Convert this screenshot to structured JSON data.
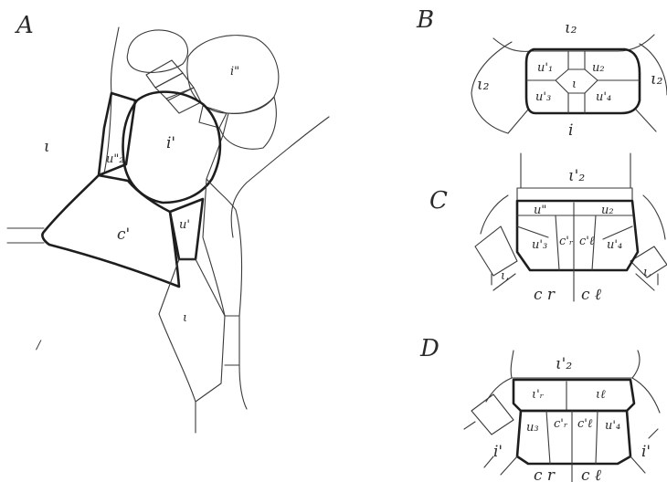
{
  "panels": [
    {
      "letter": "A",
      "labels": [
        {
          "id": "i-top",
          "text": "i\""
        },
        {
          "id": "i-prime",
          "text": "i'"
        },
        {
          "id": "i-left",
          "text": "ι"
        },
        {
          "id": "u2-dprime",
          "text": "u\"₂"
        },
        {
          "id": "c-prime",
          "text": "c'"
        },
        {
          "id": "u-prime",
          "text": "u'"
        },
        {
          "id": "i-lower",
          "text": "ι"
        },
        {
          "id": "stroke",
          "text": "/"
        }
      ]
    },
    {
      "letter": "B",
      "labels": [
        {
          "id": "i2-top",
          "text": "ι₂"
        },
        {
          "id": "i2-left",
          "text": "ι₂"
        },
        {
          "id": "i2-right",
          "text": "ι₂"
        },
        {
          "id": "u1",
          "text": "u'₁"
        },
        {
          "id": "u2",
          "text": "u₂"
        },
        {
          "id": "u3",
          "text": "u'₃"
        },
        {
          "id": "u4",
          "text": "u'₄"
        },
        {
          "id": "i-center",
          "text": "ι"
        },
        {
          "id": "i-bottom",
          "text": "i"
        }
      ]
    },
    {
      "letter": "C",
      "labels": [
        {
          "id": "i2p",
          "text": "ι'₂"
        },
        {
          "id": "u-dprime",
          "text": "u\""
        },
        {
          "id": "u2",
          "text": "u₂"
        },
        {
          "id": "u3",
          "text": "u'₃"
        },
        {
          "id": "cr",
          "text": "c'ᵣ"
        },
        {
          "id": "cl",
          "text": "c'ℓ"
        },
        {
          "id": "u4",
          "text": "u'₄"
        },
        {
          "id": "i-left",
          "text": "ι,"
        },
        {
          "id": "i-right",
          "text": "ι,"
        },
        {
          "id": "base-cr",
          "text": "c r"
        },
        {
          "id": "base-cl",
          "text": "c ℓ"
        }
      ]
    },
    {
      "letter": "D",
      "labels": [
        {
          "id": "i2p",
          "text": "ι'₂"
        },
        {
          "id": "ir",
          "text": "ι'ᵣ"
        },
        {
          "id": "il",
          "text": "ιℓ"
        },
        {
          "id": "u3",
          "text": "u₃"
        },
        {
          "id": "cr",
          "text": "c'ᵣ"
        },
        {
          "id": "cl",
          "text": "c'ℓ"
        },
        {
          "id": "u4",
          "text": "u'₄"
        },
        {
          "id": "i-left",
          "text": "i'"
        },
        {
          "id": "i-right",
          "text": "i'"
        },
        {
          "id": "base-cr",
          "text": "c r"
        },
        {
          "id": "base-cl",
          "text": "c ℓ"
        }
      ]
    }
  ]
}
